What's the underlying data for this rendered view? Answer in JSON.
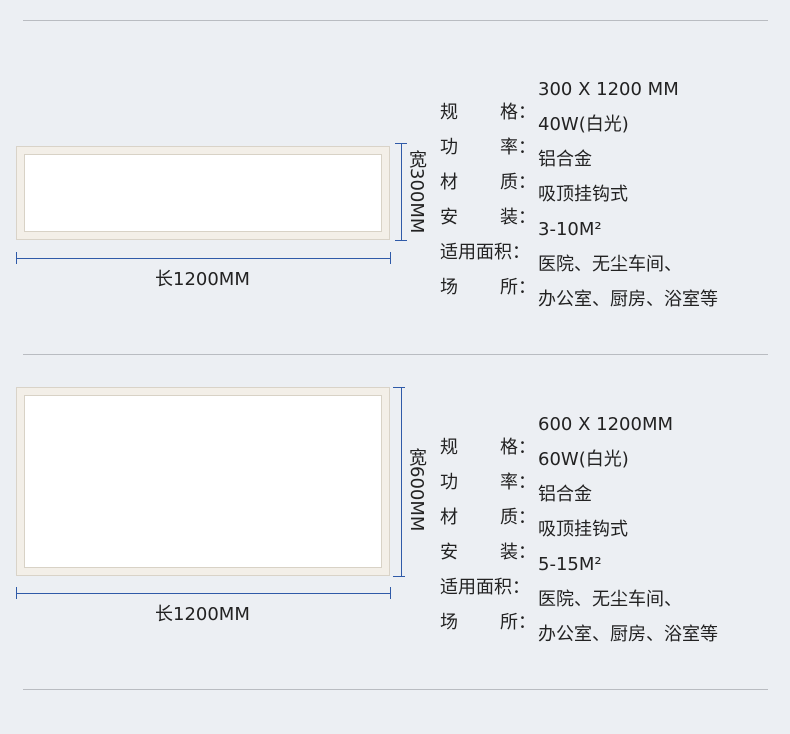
{
  "products": [
    {
      "length_label": "长1200MM",
      "width_label": "宽300MM",
      "specs": [
        {
          "key_a": "规",
          "key_b": "格：",
          "value": "300 X 1200 MM"
        },
        {
          "key_a": "功",
          "key_b": "率：",
          "value": "40W(白光)"
        },
        {
          "key_a": "材",
          "key_b": "质：",
          "value": "铝合金"
        },
        {
          "key_a": "安",
          "key_b": "装：",
          "value": "吸顶挂钩式"
        },
        {
          "key_full": "适用面积：",
          "value": "3-10M²"
        },
        {
          "key_a": "场",
          "key_b": "所：",
          "value": "医院、无尘车间、",
          "continuation": "办公室、厨房、浴室等"
        }
      ]
    },
    {
      "length_label": "长1200MM",
      "width_label": "宽600MM",
      "specs": [
        {
          "key_a": "规",
          "key_b": "格：",
          "value": "600 X 1200MM"
        },
        {
          "key_a": "功",
          "key_b": "率：",
          "value": "60W(白光)"
        },
        {
          "key_a": "材",
          "key_b": "质：",
          "value": "铝合金"
        },
        {
          "key_a": "安",
          "key_b": "装：",
          "value": "吸顶挂钩式"
        },
        {
          "key_full": "适用面积：",
          "value": "5-15M²"
        },
        {
          "key_a": "场",
          "key_b": "所：",
          "value": "医院、无尘车间、",
          "continuation": "办公室、厨房、浴室等"
        }
      ]
    }
  ],
  "colors": {
    "dimension_line": "#2f5aa8",
    "divider": "#b9bcc1",
    "background": "#eceff3"
  }
}
